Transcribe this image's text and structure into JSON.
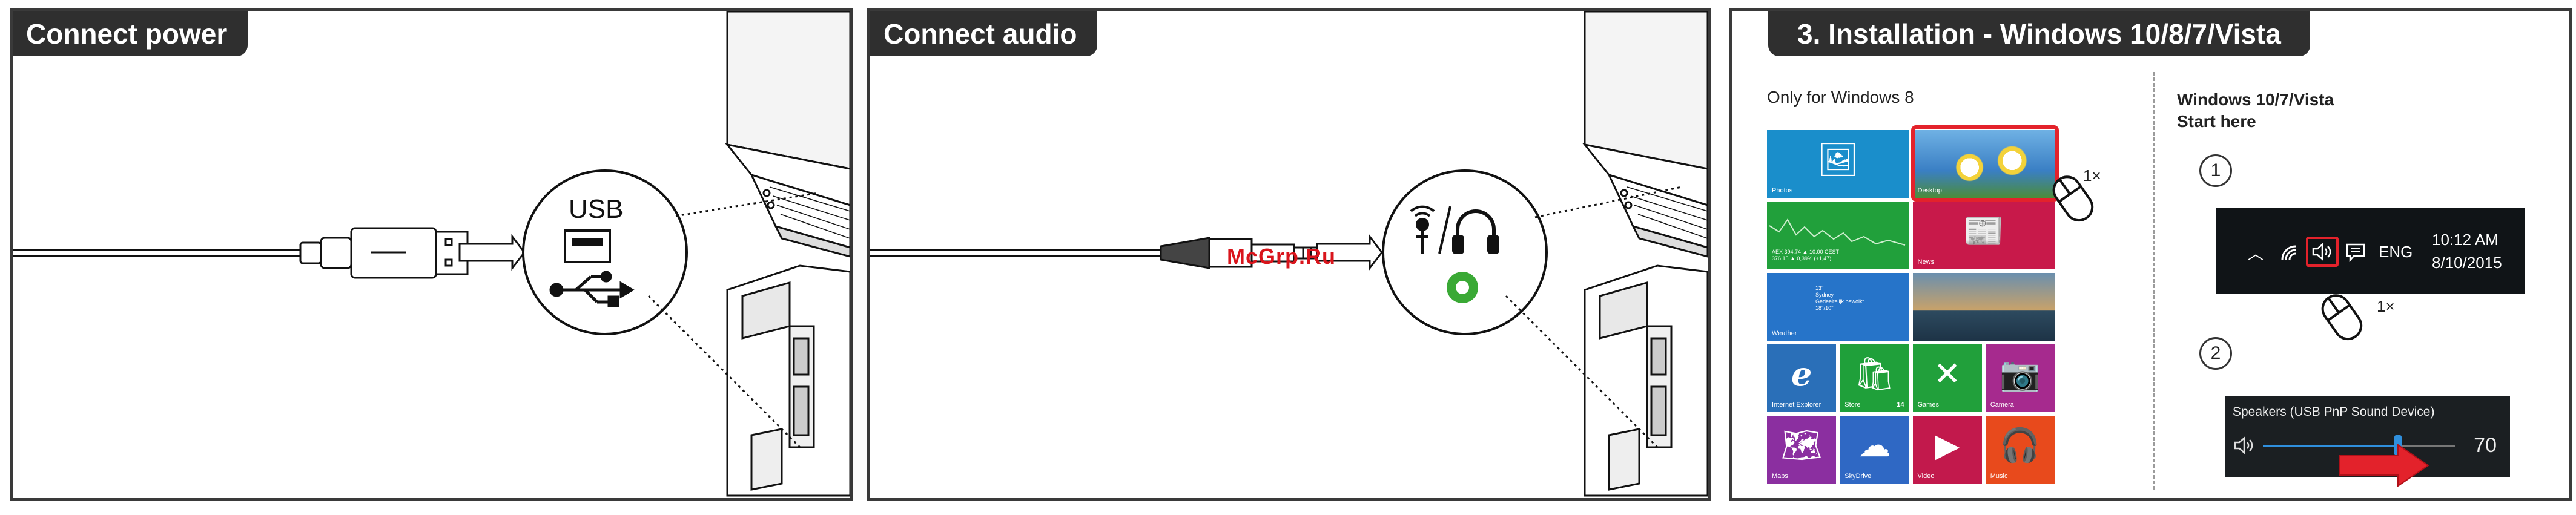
{
  "panels": {
    "power": {
      "title": "Connect power",
      "usb_label": "USB"
    },
    "audio": {
      "title": "Connect audio"
    },
    "install": {
      "title": "3. Installation - Windows 10/8/7/Vista",
      "win8": {
        "heading": "Only for Windows 8",
        "times_label": "1×",
        "tiles": [
          {
            "label": "Photos",
            "color": "#1a8ecb",
            "icon": "photo-icon"
          },
          {
            "label": "Desktop",
            "color": "#5aa0d8",
            "icon": "daisy-wallpaper"
          },
          {
            "label": "",
            "color": "#21a03b",
            "icon": "stock-chart",
            "text": "AEX 394,74 ▲ 10.00 CEST\n376,15 ▲ 0,39% (+1,47)"
          },
          {
            "label": "News",
            "color": "#c8194a",
            "icon": "news-icon"
          },
          {
            "label": "Weather",
            "color": "#2674c9",
            "icon": "weather-icon",
            "text": "13°\nSydney\nGedeeltelijk bewolkt\n18°/10°"
          },
          {
            "label": "",
            "color": "#3a6c8c",
            "icon": "landscape-photo"
          },
          {
            "label": "Internet Explorer",
            "color": "#2a6fb8",
            "icon": "ie-icon"
          },
          {
            "label": "Store",
            "color": "#1fa03a",
            "icon": "store-icon",
            "badge": "14"
          },
          {
            "label": "Games",
            "color": "#21a03b",
            "icon": "xbox-icon"
          },
          {
            "label": "Camera",
            "color": "#a62a8e",
            "icon": "camera-icon"
          },
          {
            "label": "Maps",
            "color": "#8b2fa0",
            "icon": "maps-icon"
          },
          {
            "label": "SkyDrive",
            "color": "#2f68c4",
            "icon": "cloud-icon"
          },
          {
            "label": "Video",
            "color": "#c2194c",
            "icon": "video-icon"
          },
          {
            "label": "Music",
            "color": "#e84a1c",
            "icon": "headphones-icon"
          }
        ]
      },
      "win107": {
        "heading_line1": "Windows 10/7/Vista",
        "heading_line2": "Start here",
        "step1": "1",
        "step2": "2",
        "times_label": "1×",
        "taskbar": {
          "lang": "ENG",
          "time": "10:12 AM",
          "date": "8/10/2015"
        },
        "volume": {
          "device": "Speakers  (USB PnP Sound Device)",
          "value": "70",
          "level": 0.7
        }
      }
    }
  },
  "watermark": "McGrp.Ru",
  "colors": {
    "panel_border": "#3a3a3a",
    "tab_bg": "#2f2f2f",
    "highlight": "#e3222b",
    "audio_green": "#3aa935"
  }
}
